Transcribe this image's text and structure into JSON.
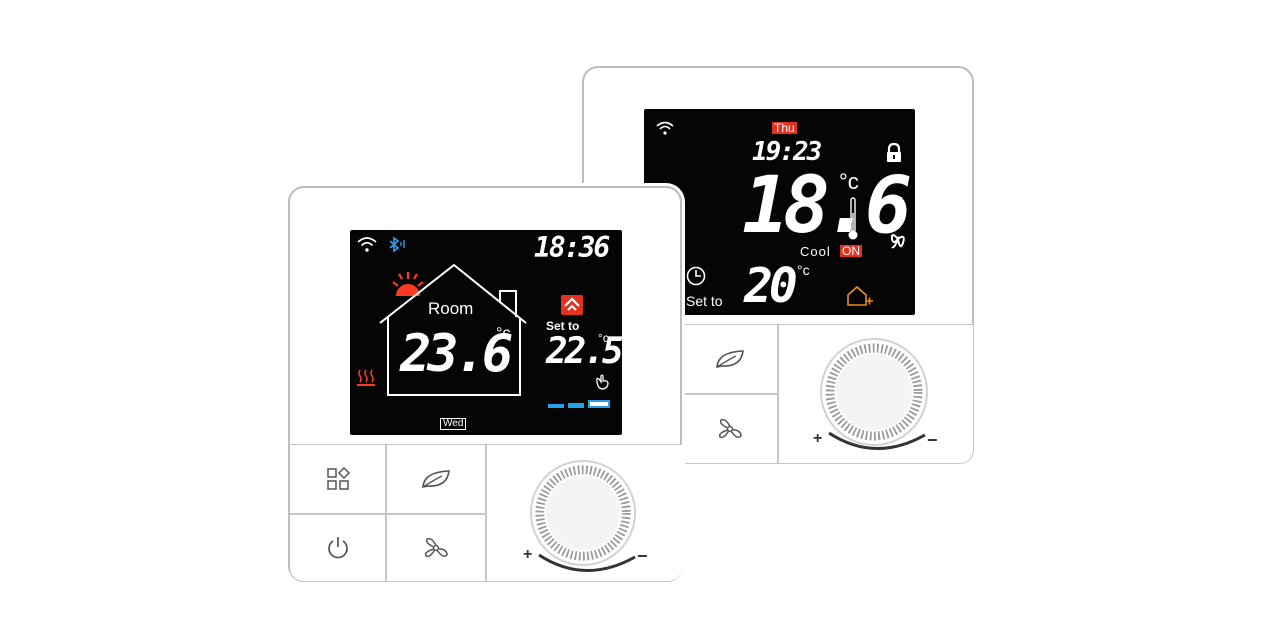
{
  "colors": {
    "frame": "#ffffff",
    "screen": "#050505",
    "lcd_text": "#ffffff",
    "accent_red": "#e3311f",
    "bluetooth_blue": "#27a0e8",
    "orange": "#f08a1a"
  },
  "front": {
    "time": "18:36",
    "room_label": "Room",
    "room_temp": "23.6",
    "room_unit": "°c",
    "set_label": "Set to",
    "set_temp": "22.5",
    "set_unit": "°c",
    "day": "Wed",
    "icons": [
      "wifi-icon",
      "bluetooth-icon",
      "sun-icon",
      "house-icon",
      "heating-icon",
      "home-mode-icon",
      "hand-icon",
      "level-bars-icon"
    ],
    "buttons": [
      "menu-icon",
      "leaf-icon",
      "power-icon",
      "fan-icon"
    ],
    "knob": {
      "plus": "+",
      "minus": "−"
    }
  },
  "back": {
    "day": "Thu",
    "time": "19:23",
    "room_temp": "18.6",
    "room_unit": "°c",
    "mode": "Cool",
    "state": "ON",
    "set_label": "Set to",
    "set_temp": "20",
    "set_unit": "°c",
    "icons": [
      "wifi-icon",
      "lock-icon",
      "thermometer-icon",
      "fan-speed-icon",
      "clock-icon",
      "away-home-icon"
    ],
    "buttons": [
      "leaf-icon",
      "fan-icon"
    ],
    "knob": {
      "plus": "+",
      "minus": "−"
    }
  }
}
